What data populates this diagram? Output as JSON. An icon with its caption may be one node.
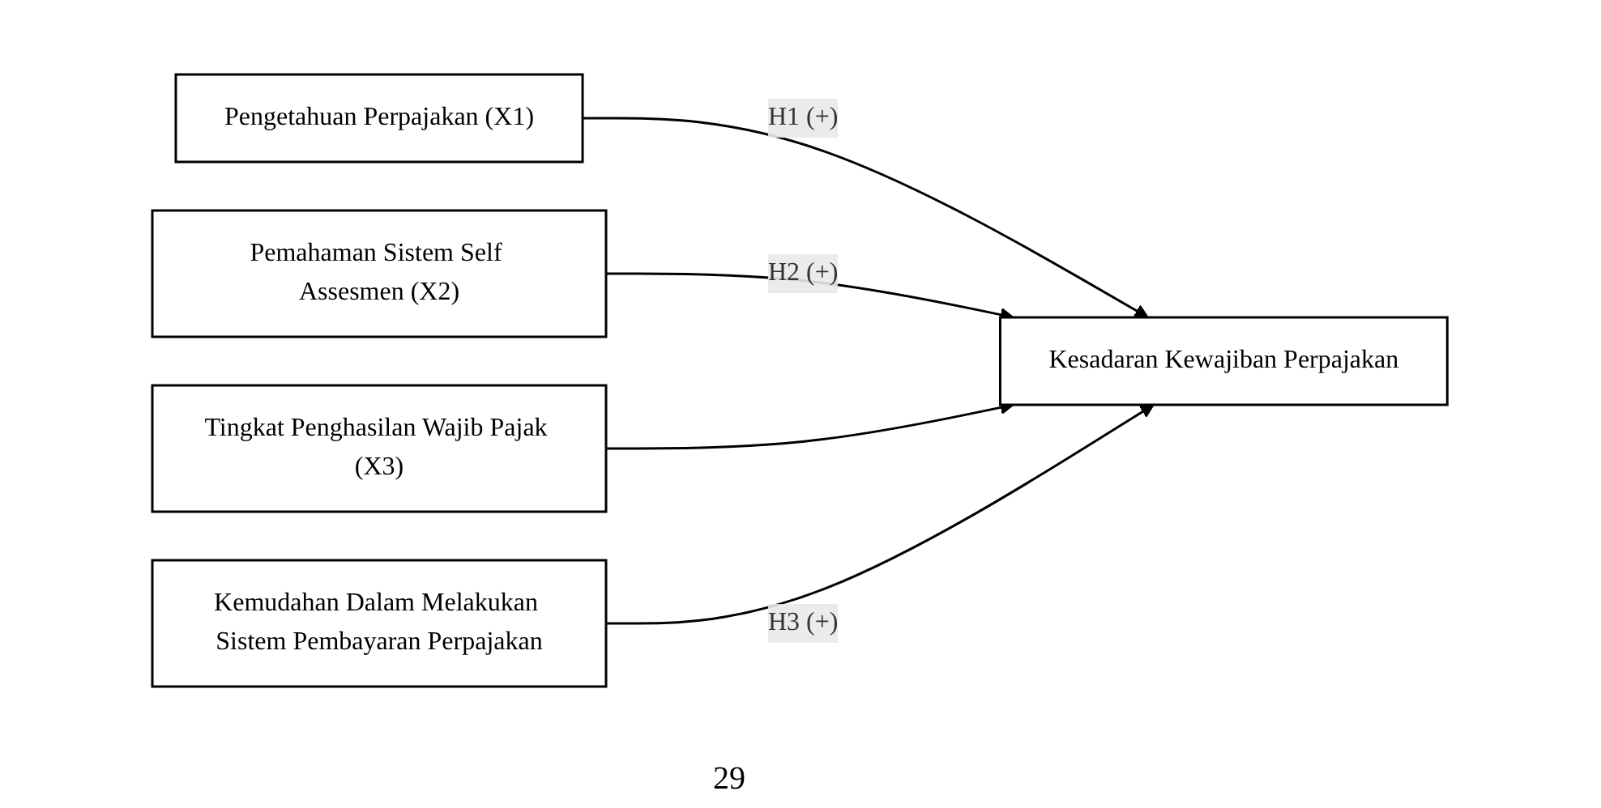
{
  "diagram": {
    "nodes": [
      {
        "text": [
          "Pengetahuan Perpajakan (X1)"
        ]
      },
      {
        "text": [
          "Pemahaman Sistem Self Assesmen (X2)"
        ]
      },
      {
        "text": [
          "Tingkat Penghasilan Wajib Pajak (X3)"
        ]
      },
      {
        "text": [
          "Kemudahan Dalam Melakukan Sistem Pembayaran Perpajakan"
        ]
      },
      {
        "text": [
          "Kesadaran Kewajiban Perpajakan"
        ]
      }
    ],
    "edges": [
      {
        "from": 0,
        "to": 4,
        "arrow": "to",
        "label": "H1 (+)"
      },
      {
        "from": 1,
        "to": 4,
        "arrow": "to",
        "label": "H2 (+)"
      },
      {
        "from": 2,
        "to": 4,
        "arrow": "to"
      },
      {
        "from": 3,
        "to": 4,
        "arrow": "to",
        "label": "H3 (+)"
      }
    ],
    "labels": [
      "29"
    ]
  }
}
